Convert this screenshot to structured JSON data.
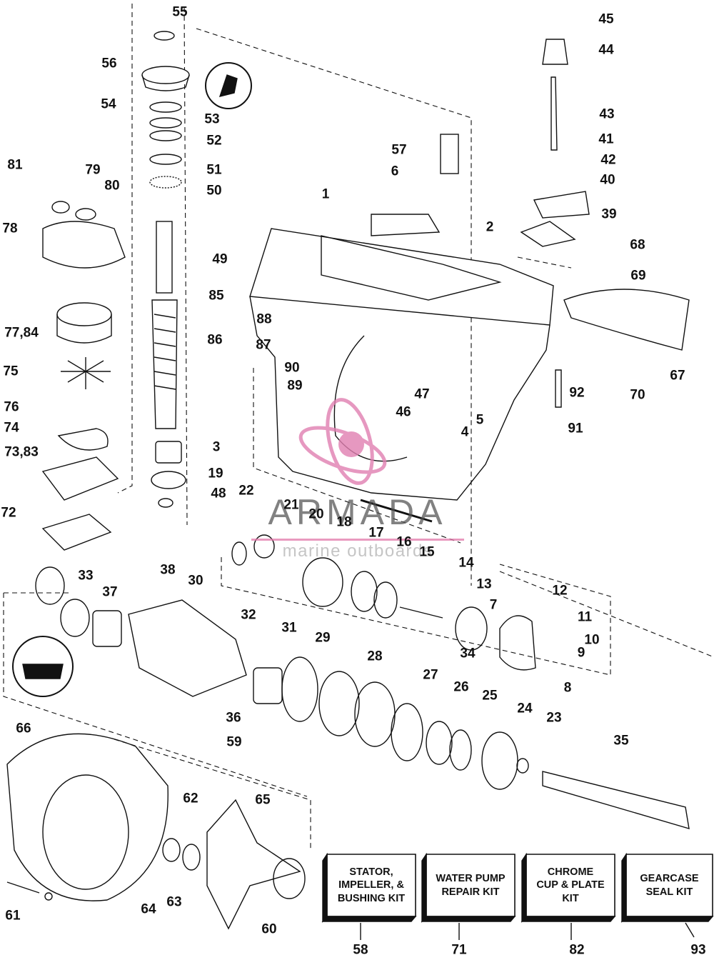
{
  "watermark": {
    "title": "ARMADA",
    "subtitle": "marine outboards",
    "logo_color": "#e17fb1"
  },
  "kits": [
    {
      "id": "58",
      "text": "STATOR,\nIMPELLER, &\nBUSHING KIT"
    },
    {
      "id": "71",
      "text": "WATER PUMP\nREPAIR KIT"
    },
    {
      "id": "82",
      "text": "CHROME\nCUP & PLATE\nKIT"
    },
    {
      "id": "93",
      "text": "GEARCASE\nSEAL KIT"
    }
  ],
  "callouts": [
    "55",
    "56",
    "54",
    "53",
    "52",
    "51",
    "50",
    "49",
    "81",
    "79",
    "80",
    "78",
    "77,84",
    "75",
    "76",
    "74",
    "73,83",
    "72",
    "3",
    "19",
    "48",
    "57",
    "6",
    "1",
    "2",
    "45",
    "44",
    "43",
    "41",
    "42",
    "40",
    "39",
    "68",
    "69",
    "67",
    "70",
    "92",
    "91",
    "85",
    "88",
    "87",
    "86",
    "90",
    "89",
    "47",
    "46",
    "5",
    "4",
    "22",
    "21",
    "20",
    "18",
    "17",
    "16",
    "15",
    "14",
    "13",
    "12",
    "11",
    "10",
    "9",
    "8",
    "7",
    "34",
    "33",
    "37",
    "38",
    "30",
    "32",
    "31",
    "29",
    "28",
    "27",
    "26",
    "25",
    "24",
    "23",
    "35",
    "36",
    "59",
    "66",
    "62",
    "65",
    "64",
    "63",
    "60",
    "61"
  ]
}
